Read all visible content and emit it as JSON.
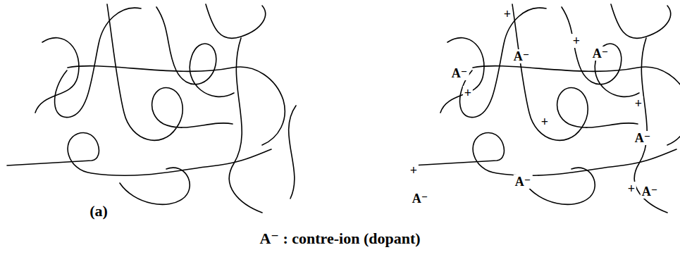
{
  "diagram": {
    "caption": "A⁻ : contre-ion (dopant)",
    "labels": [
      "+",
      "+",
      "A⁻",
      "A⁻",
      "A⁻",
      "+",
      "+",
      "+",
      "A⁻",
      "+",
      "A⁻",
      "+",
      "A⁻",
      "A⁻",
      "(a)"
    ]
  }
}
